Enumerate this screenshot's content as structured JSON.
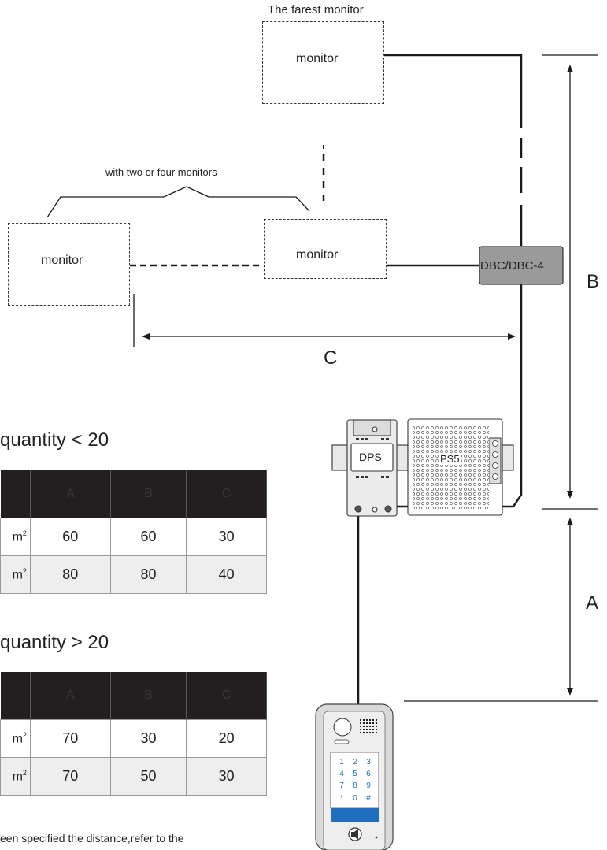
{
  "diagram": {
    "farest_label": "The farest monitor",
    "monitor_label": "monitor",
    "group_label": "with two or four monitors",
    "dbc_label": "DBC/DBC-4",
    "dps_label": "DPS",
    "ps5_label": "PS5",
    "dim_a": "A",
    "dim_b": "B",
    "dim_c": "C"
  },
  "keypad": {
    "keys": [
      "1",
      "2",
      "3",
      "4",
      "5",
      "6",
      "7",
      "8",
      "9",
      "*",
      "0",
      "#"
    ],
    "speaker_icon": "speaker-icon"
  },
  "table1": {
    "heading": "quantity < 20",
    "columns": [
      "A",
      "B",
      "C"
    ],
    "rows": [
      {
        "unit": "m",
        "sup": "2",
        "values": [
          "60",
          "60",
          "30"
        ]
      },
      {
        "unit": "m",
        "sup": "2",
        "values": [
          "80",
          "80",
          "40"
        ]
      }
    ]
  },
  "table2": {
    "heading": "quantity > 20",
    "columns": [
      "A",
      "B",
      "C"
    ],
    "rows": [
      {
        "unit": "m",
        "sup": "2",
        "values": [
          "70",
          "30",
          "20"
        ]
      },
      {
        "unit": "m",
        "sup": "2",
        "values": [
          "70",
          "50",
          "30"
        ]
      }
    ]
  },
  "footnote": "een specified the distance,refer to the",
  "colors": {
    "line": "#1a1a1a",
    "table_header": "#231f20",
    "row_shade": "#eeeeee",
    "dbc_fill": "#9a9a9a",
    "panel_display": "#1e6fc0"
  }
}
